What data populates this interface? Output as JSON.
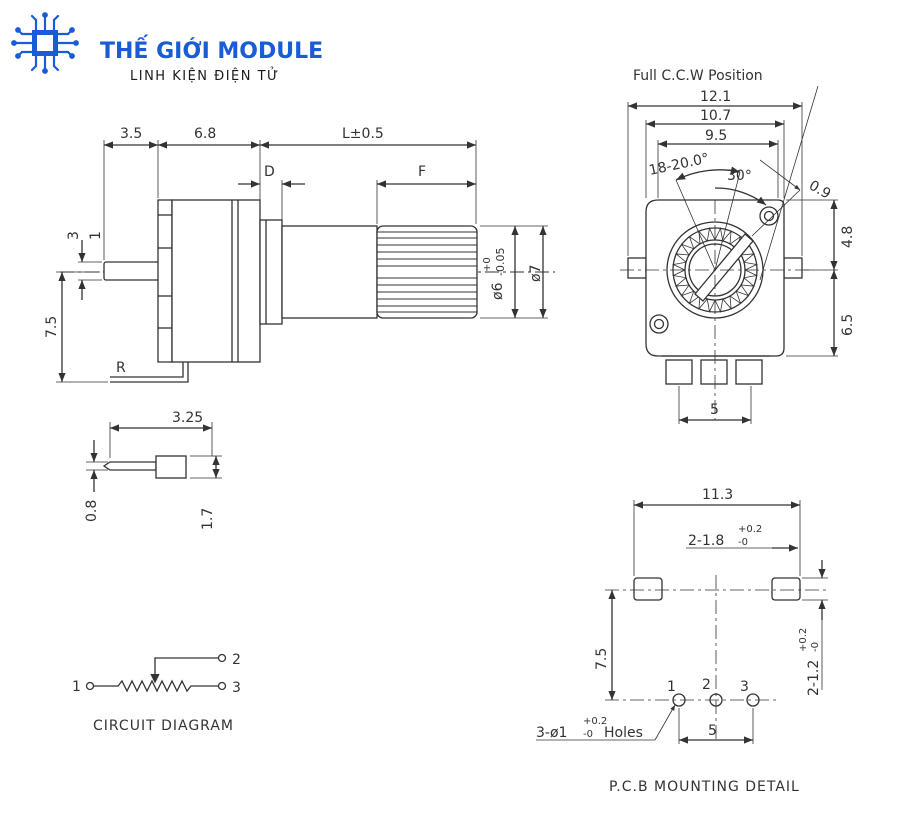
{
  "brand": {
    "name": "THẾ GIỚI MODULE",
    "tagline": "LINH KIỆN ĐIỆN TỬ",
    "color": "#1a5bd6"
  },
  "side_view": {
    "dim_a": "3.5",
    "dim_b": "6.8",
    "dim_l": "L±0.5",
    "dim_d": "D",
    "dim_f": "F",
    "dim_3": "3",
    "dim_1": "1",
    "dim_75": "7.5",
    "dim_shaft": "ø6",
    "tol_plus": "+0",
    "tol_minus": "-0.05",
    "dim_7": "ø7",
    "r": "R"
  },
  "pin_detail": {
    "len": "3.25",
    "thick": "0.8",
    "width": "1.7"
  },
  "front_view": {
    "full_ccw": "Full C.C.W Position",
    "w121": "12.1",
    "w107": "10.7",
    "w95": "9.5",
    "angle_range": "18-20.0°",
    "angle_30": "30°",
    "d09": "0.9",
    "d48": "4.8",
    "d65": "6.5",
    "d5": "5"
  },
  "pcb": {
    "w113": "11.3",
    "pad": "2-1.8",
    "pad_tol_plus": "+0.2",
    "pad_tol_minus": "-0",
    "d75": "7.5",
    "pad_h": "2-1.2",
    "pad_h_tol_plus": "+0.2",
    "pad_h_tol_minus": "-0",
    "pin1": "1",
    "pin2": "2",
    "pin3": "3",
    "holes_main": "3-ø1",
    "holes_tol_plus": "+0.2",
    "holes_tol_minus": "-0",
    "holes_suffix": "Holes",
    "pitch": "5",
    "title": "P.C.B  MOUNTING  DETAIL"
  },
  "circuit": {
    "n1": "1",
    "n2": "2",
    "n3": "3",
    "title": "CIRCUIT  DIAGRAM"
  }
}
